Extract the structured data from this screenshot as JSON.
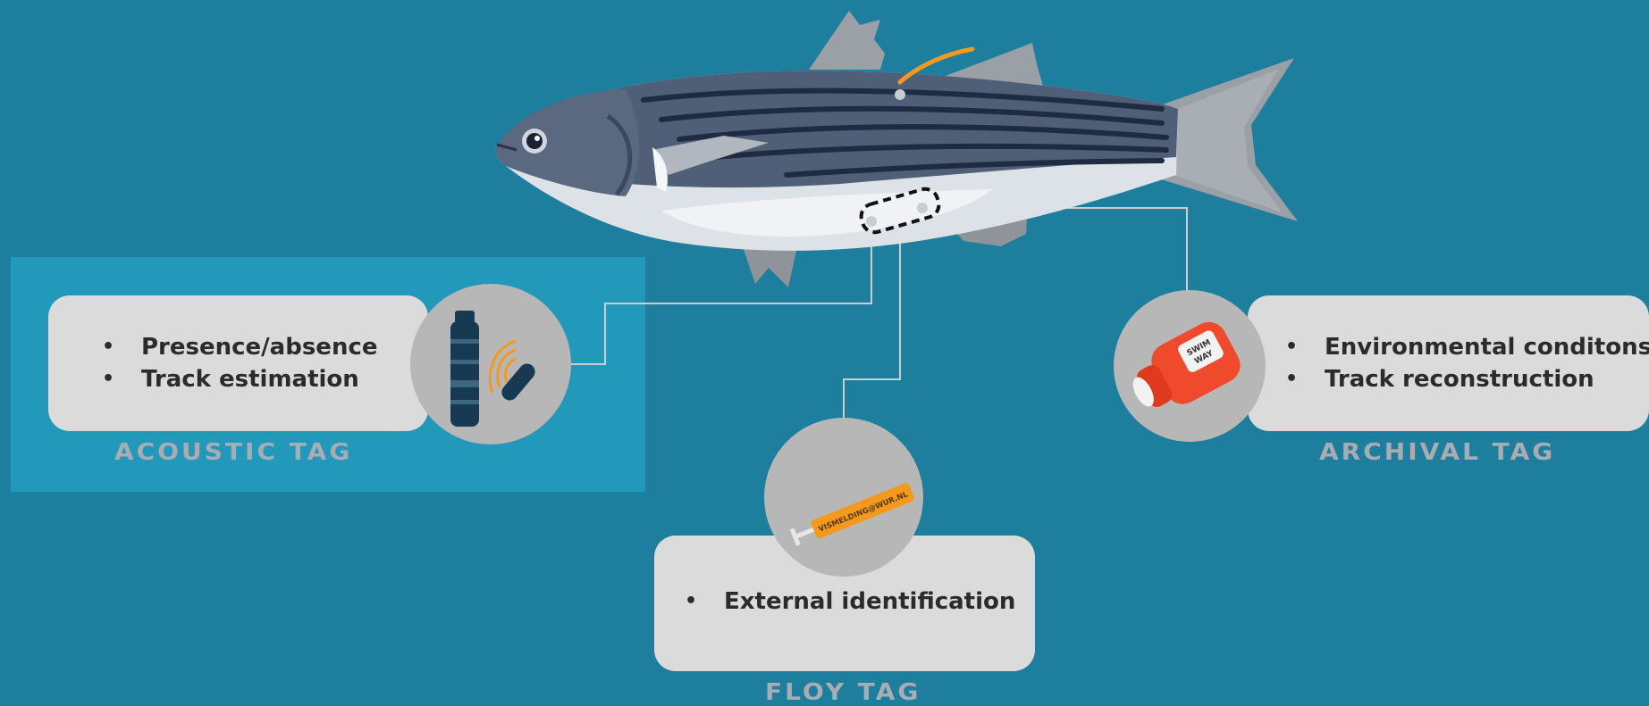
{
  "acoustic": {
    "bullets": [
      "Presence/absence",
      "Track estimation"
    ],
    "label": "ACOUSTIC TAG"
  },
  "archival": {
    "bullets": [
      "Environmental conditons",
      "Track reconstruction"
    ],
    "label": "ARCHIVAL TAG",
    "logo_text": [
      "SWIM",
      "WAY"
    ]
  },
  "floy": {
    "bullets": [
      "External identification"
    ],
    "label": "FLOY TAG",
    "tag_text": "VISMELDING@WUR.NL"
  },
  "icons": {
    "fish": "striped-bass-fish-icon",
    "acoustic": "acoustic-receiver-and-transmitter-icon",
    "archival": "archival-data-logger-icon",
    "floy": "floy-tag-icon"
  },
  "colors": {
    "background": "#1e7e9d",
    "highlight_panel": "#2298bb",
    "card": "#dcdbdb",
    "circle": "#b8b7b7",
    "label": "#a9adb3",
    "floy_tag": "#f39a1e",
    "archival_tag": "#ee4a2b"
  }
}
